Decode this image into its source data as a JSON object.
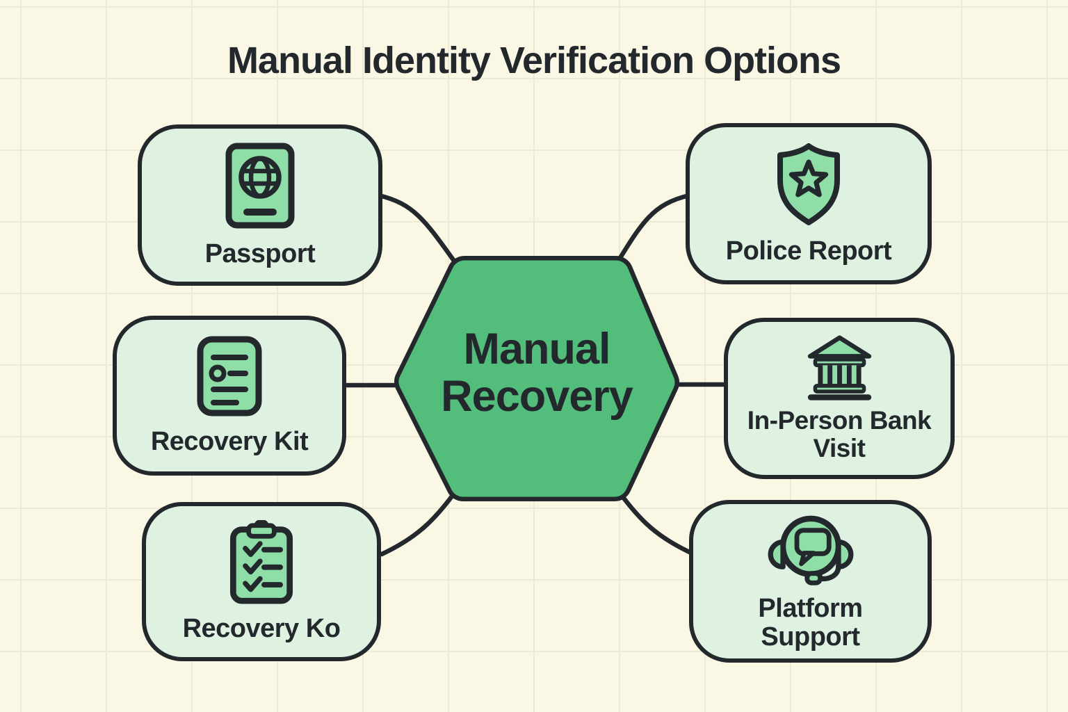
{
  "title": "Manual Identity Verification Options",
  "center": {
    "label": "Manual Recovery",
    "shape": "hexagon"
  },
  "nodes": [
    {
      "id": "passport",
      "label": "Passport",
      "icon": "passport-icon",
      "side": "left"
    },
    {
      "id": "recovery-kit",
      "label": "Recovery Kit",
      "icon": "document-lines-icon",
      "side": "left"
    },
    {
      "id": "recovery-ko",
      "label": "Recovery Ko",
      "icon": "clipboard-checklist-icon",
      "side": "left"
    },
    {
      "id": "police-report",
      "label": "Police Report",
      "icon": "shield-star-icon",
      "side": "right"
    },
    {
      "id": "bank-visit",
      "label": "In-Person Bank Visit",
      "icon": "bank-icon",
      "side": "right"
    },
    {
      "id": "platform-support",
      "label": "Platform Support",
      "icon": "headset-chat-icon",
      "side": "right"
    }
  ],
  "colors": {
    "background": "#FAF7E5",
    "box_fill": "#DFF2E1",
    "box_border": "#23282D",
    "hexagon_fill": "#53BD7C",
    "icon_fill": "#8FDEA7",
    "ink": "#23282D",
    "grid_line": "#ECEAD6"
  }
}
